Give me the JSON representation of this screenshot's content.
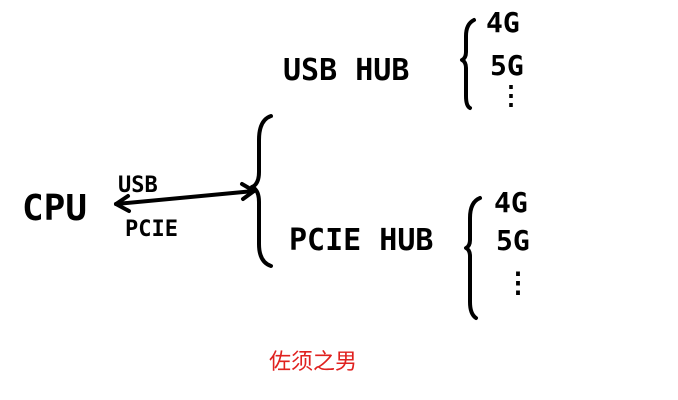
{
  "nodes": {
    "cpu": "CPU",
    "usb_link": "USB",
    "pcie_link": "PCIE",
    "usb_hub": "USB HUB",
    "pcie_hub": "PCIE HUB"
  },
  "usb_hub_items": [
    "4G",
    "5G",
    "⋮"
  ],
  "pcie_hub_items": [
    "4G",
    "5G",
    "⋮"
  ],
  "author": "佐须之男",
  "colors": {
    "ink": "#000000",
    "author": "#e0211f",
    "background": "#ffffff"
  }
}
